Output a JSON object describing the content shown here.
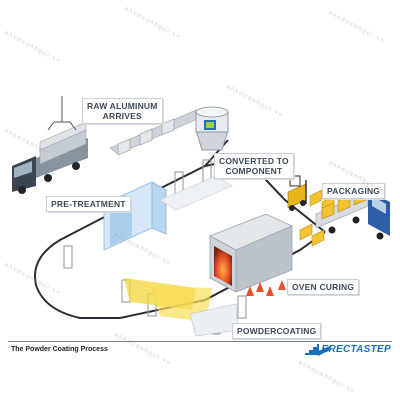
{
  "labels": {
    "raw_aluminum": "RAW ALUMINUM\nARRIVES",
    "converted": "CONVERTED TO\nCOMPONENT",
    "pretreatment": "PRE-TREATMENT",
    "packaging": "PACKAGING",
    "oven_curing": "OVEN CURING",
    "powdercoating": "POWDERCOATING"
  },
  "footer": {
    "title": "The Powder Coating Process",
    "brand": "ERECTASTEP"
  },
  "watermark": "ankdoanhgui.vn",
  "colors": {
    "label_text": "#3d4a57",
    "brand_blue": "#1f6fb8",
    "oven_red": "#e04a2a",
    "spray_yellow": "#f6d33a",
    "package_yellow": "#f4c430",
    "forklift_yellow": "#e8b419",
    "truck_blue": "#2f5ea8"
  }
}
